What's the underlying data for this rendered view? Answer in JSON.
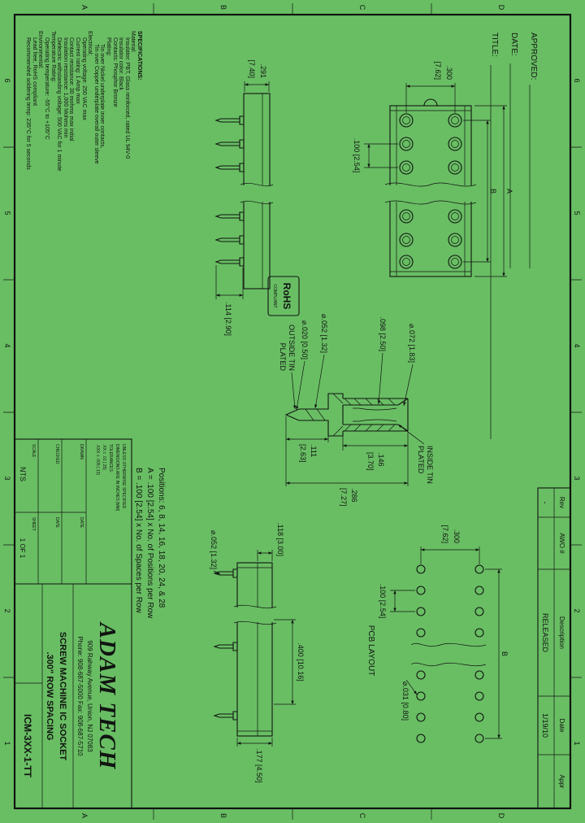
{
  "sheet": {
    "bg": "#69be64",
    "ink": "#101410",
    "zone_cols": [
      "6",
      "5",
      "4",
      "3",
      "2",
      "1"
    ],
    "zone_rows": [
      "D",
      "C",
      "B",
      "A"
    ]
  },
  "approval": {
    "approved": "APPROVED:",
    "date": "DATE:",
    "title": "TITLE:"
  },
  "rev_table": {
    "headers": [
      "Rev",
      "AWO #",
      "Description",
      "Date",
      "Appr"
    ],
    "row": {
      "rev": "-",
      "awo": "",
      "description": "RELEASED",
      "date": "1/19/10",
      "appr": ""
    }
  },
  "specs": {
    "lines": [
      "SPECIFICATIONS:",
      "Material:",
      "Insulator: PBT, Glass reinforced, rated UL 94V-0",
      "Insulator color: Black",
      "Contacts: Phosphor Bronze",
      "Plating:",
      "Tin over Nickel underplate inner contacts,",
      "Tin over Copper underplate overall outer sleeve",
      "Electrical:",
      "Operating voltage: 250 VAC max",
      "Current rating: 1 Amp max",
      "Contact resistance: 30 mohms max initial",
      "Insulation resistance: 1,000 Mohms min",
      "Dielectric withstanding voltage: 500 VAC for 1 minute",
      "Temperature Rating:",
      "Operating temperature: -55°C to +105°C",
      "Environmental:",
      "Lead free, RoHS compliant",
      "Recommended soldering temp: 235°C for 5 seconds"
    ]
  },
  "rohs": {
    "name": "RoHS",
    "sub": "COMPLIANT"
  },
  "views": {
    "dip": {
      "dim_a": "A",
      "dim_b": "B",
      "row_spacing": [
        ".300",
        "[7.62]"
      ],
      "pitch": ".100 [2.54]"
    },
    "sip": {
      "height": [
        ".291",
        "[7.40]"
      ],
      "tail": ".114 [2.90]"
    },
    "contact": {
      "entry": "⌀.072 [1.83]",
      "bore": ".098 [2.50]",
      "tail_dia": "⌀.052 [1.32]",
      "plating": "⌀.020 [0.50]",
      "outside": [
        "OUTSIDE TIN",
        "PLATED"
      ],
      "inside": [
        "INSIDE TIN",
        "PLATED"
      ],
      "sleeve_len": [
        ".146",
        "[3.70]"
      ],
      "tail_len": [
        ".111",
        "[2.63]"
      ],
      "overall_len": [
        ".286",
        "[7.27]"
      ]
    },
    "profile": {
      "standoff": ".118 [3.00]",
      "span": ".400 [10.16]",
      "height": ".177 [4.50]",
      "pin_dia": "⌀.052 [1.32]"
    },
    "pcb": {
      "dim_b": "B",
      "row_spacing": [
        ".300",
        "[7.62]"
      ],
      "pitch": ".100 [2.54]",
      "hole": "⌀.031 [0.80]",
      "caption": "PCB LAYOUT"
    }
  },
  "notes": {
    "positions": "Positions: 6, 8, 14, 16, 18, 20, 24, & 28",
    "a_rule": "A = .100 [2.54] x No. of Positions per Row",
    "b_rule": "B = .100 [2.54] x No. of Spaces per Row"
  },
  "title_block": {
    "company": "ADAM TECH",
    "address": "909 Rahway Avenue, Union, NJ 07083",
    "phone": "Phone: 908-687-5000 Fax: 908-687-5710",
    "product1": "SCREW MACHINE IC SOCKET",
    "product2": ".300\" ROW SPACING",
    "part_number": "ICM-3XX-1-TT",
    "tolerance_note": [
      "UNLESS OTHERWISE SPECIFIED",
      "DIMENSIONS ARE IN INCHES [MM]",
      "TOLERANCES:",
      ".XX ± .01   [.25]",
      ".XXX ± .005 [.13]"
    ],
    "cells": {
      "drawn": "DRAWN",
      "checked": "CHECKED",
      "date": "DATE",
      "scale": "SCALE",
      "scale_value": "NTS",
      "sheet": "SHEET",
      "sheet_value": "1 OF 1"
    }
  }
}
